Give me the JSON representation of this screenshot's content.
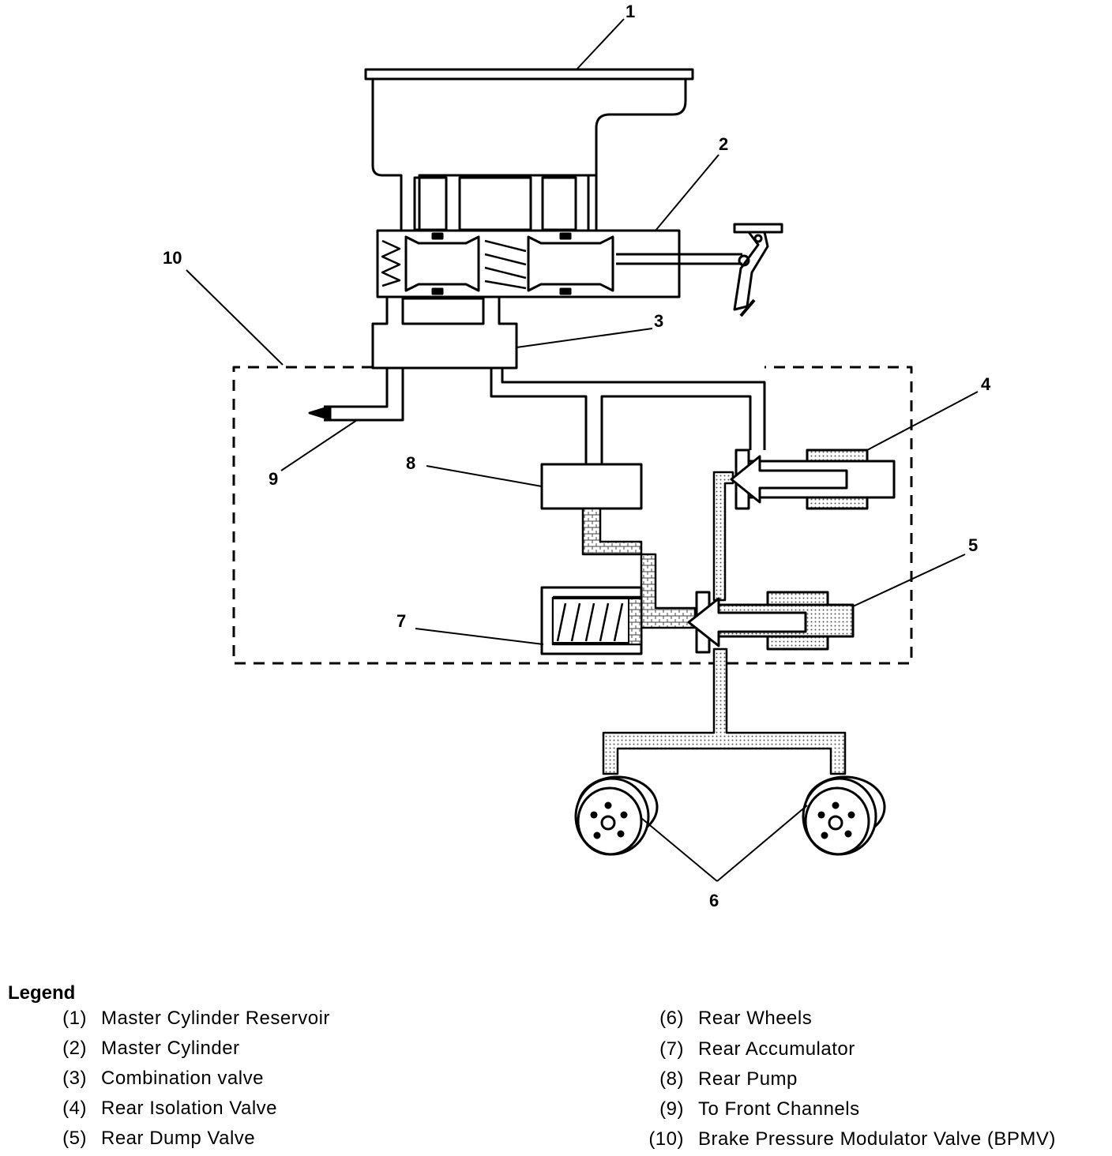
{
  "callouts": {
    "c1": "1",
    "c2": "2",
    "c3": "3",
    "c4": "4",
    "c5": "5",
    "c6": "6",
    "c7": "7",
    "c8": "8",
    "c9": "9",
    "c10": "10"
  },
  "legend": {
    "title": "Legend",
    "left": [
      {
        "num": "(1)",
        "text": "Master Cylinder Reservoir"
      },
      {
        "num": "(2)",
        "text": "Master Cylinder"
      },
      {
        "num": "(3)",
        "text": "Combination valve"
      },
      {
        "num": "(4)",
        "text": "Rear Isolation Valve"
      },
      {
        "num": "(5)",
        "text": "Rear Dump Valve"
      }
    ],
    "right": [
      {
        "num": "(6)",
        "text": "Rear Wheels"
      },
      {
        "num": "(7)",
        "text": "Rear Accumulator"
      },
      {
        "num": "(8)",
        "text": "Rear Pump"
      },
      {
        "num": "(9)",
        "text": "To Front Channels"
      },
      {
        "num": "(10)",
        "text": "Brake Pressure Modulator Valve (BPMV)"
      }
    ]
  },
  "colors": {
    "line": "#000000",
    "fluid_fill": "#d8d8d8",
    "background": "#ffffff"
  }
}
